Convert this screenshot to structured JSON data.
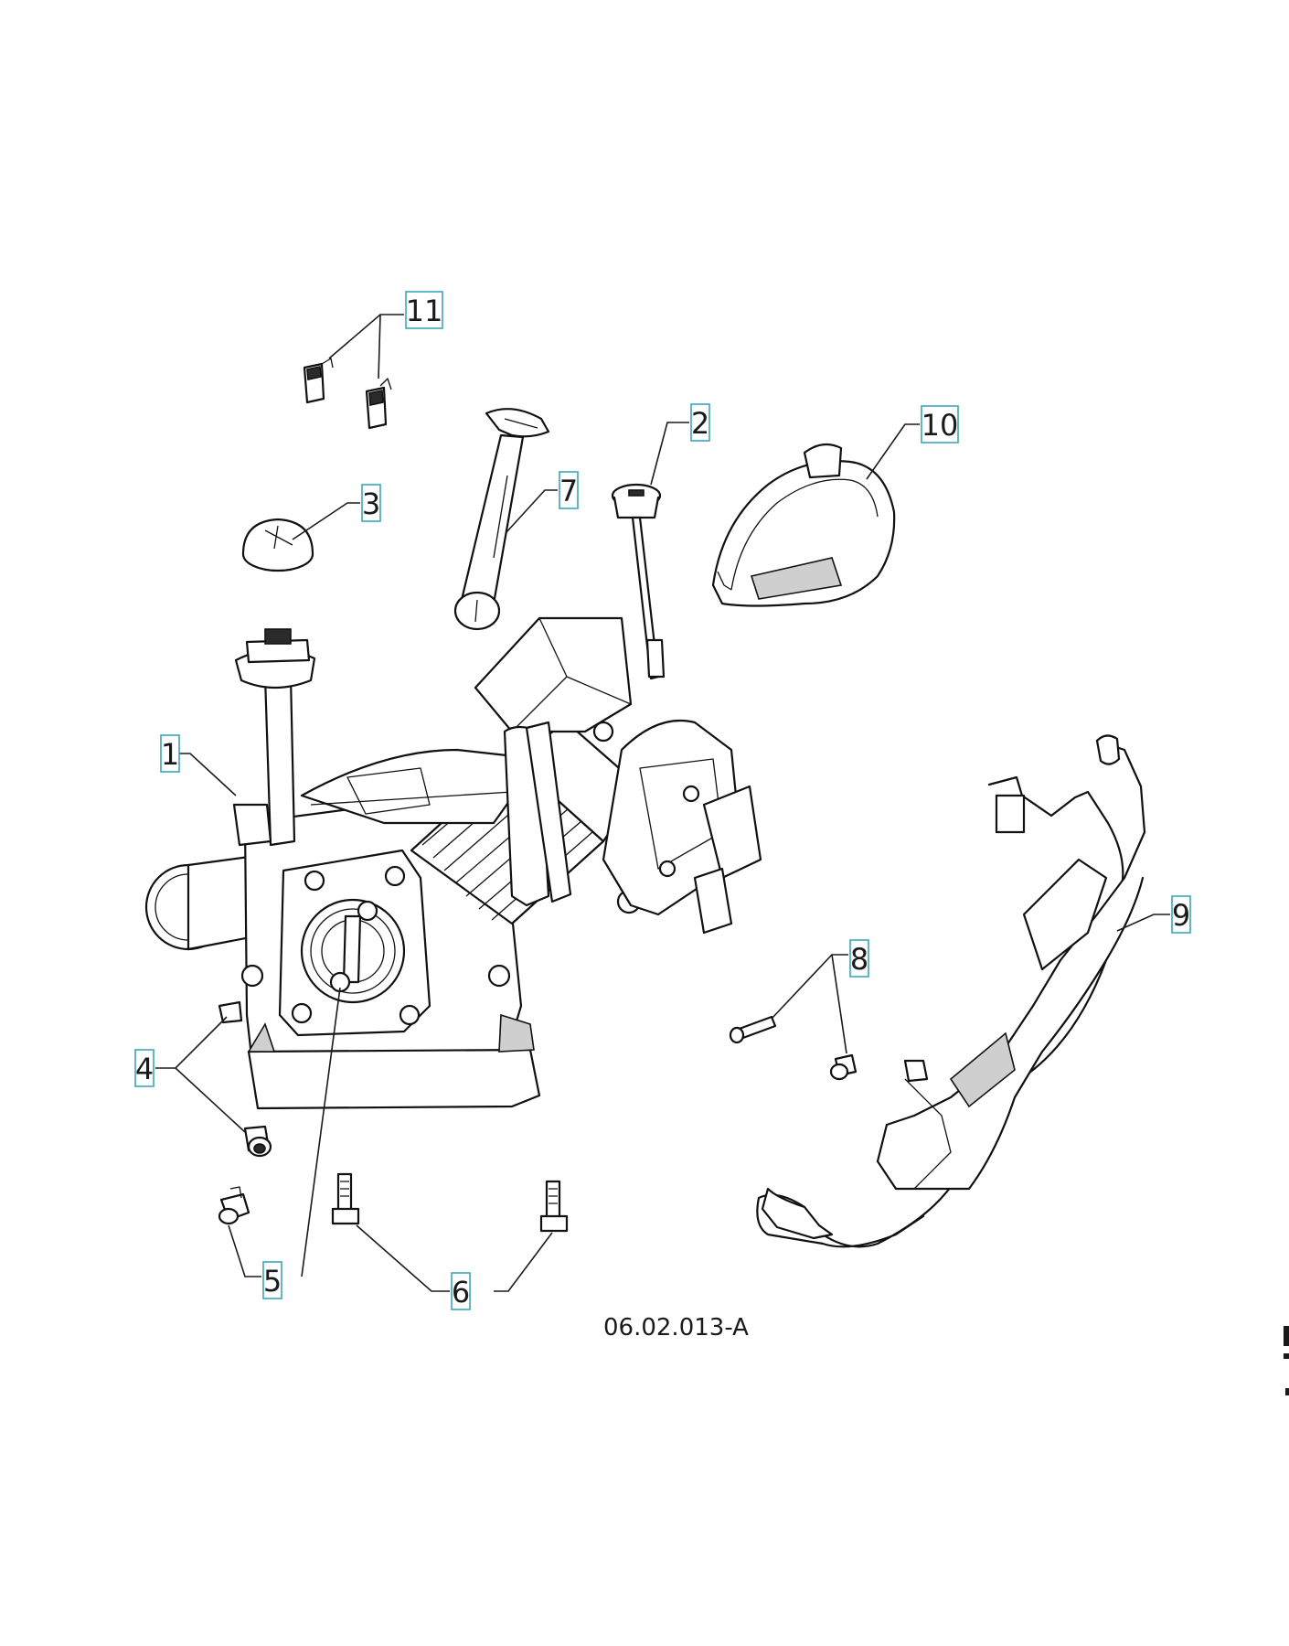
{
  "diagram": {
    "reference_code": "06.02.013-A",
    "callouts": [
      {
        "id": "1",
        "label": "1"
      },
      {
        "id": "2",
        "label": "2"
      },
      {
        "id": "3",
        "label": "3"
      },
      {
        "id": "4",
        "label": "4"
      },
      {
        "id": "5",
        "label": "5"
      },
      {
        "id": "6",
        "label": "6"
      },
      {
        "id": "7",
        "label": "7"
      },
      {
        "id": "8",
        "label": "8"
      },
      {
        "id": "9",
        "label": "9"
      },
      {
        "id": "10",
        "label": "10"
      },
      {
        "id": "11",
        "label": "11"
      }
    ],
    "colors": {
      "callout_border": "#3aa6b9",
      "line": "#111111",
      "background": "#ffffff"
    }
  }
}
